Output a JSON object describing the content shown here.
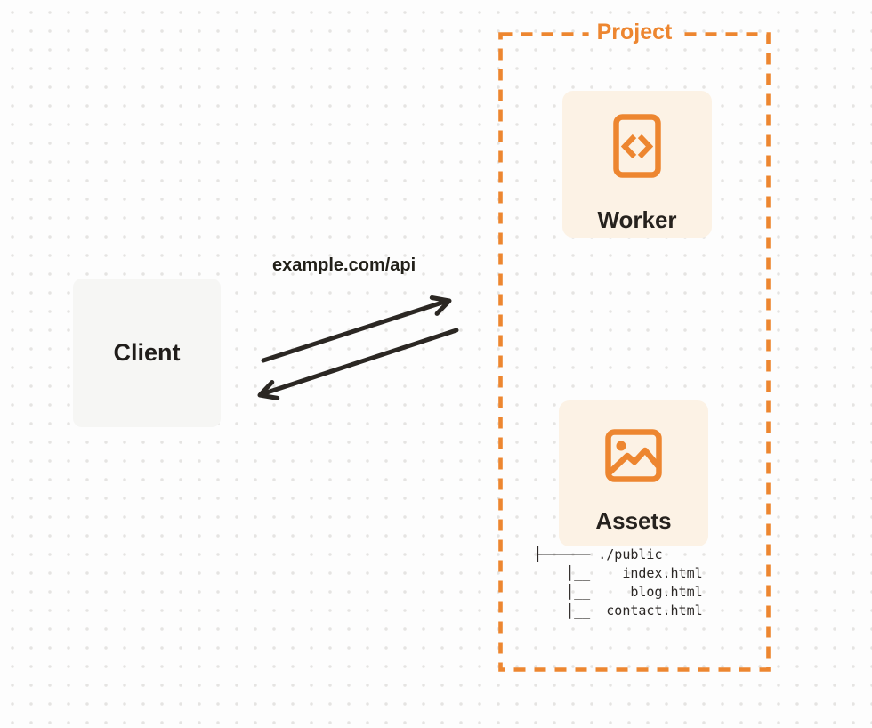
{
  "title": "Worker with static assets architecture diagram",
  "colors": {
    "accent_orange": "#ED8630",
    "card_cream": "#FCF2E5",
    "client_gray": "#F6F6F4",
    "ink": "#26221E",
    "arrow": "#2B2723",
    "page_background": "#FDFDFD",
    "grid_dot": "#E5E4E2"
  },
  "client": {
    "label": "Client"
  },
  "request": {
    "label": "example.com/api"
  },
  "arrows": [
    {
      "name": "request-arrow",
      "from": "Client",
      "to": "Project"
    },
    {
      "name": "response-arrow",
      "from": "Project",
      "to": "Client"
    }
  ],
  "project": {
    "label": "Project",
    "nodes": [
      {
        "label": "Worker",
        "icon": "code-file-icon"
      },
      {
        "label": "Assets",
        "icon": "image-icon"
      }
    ],
    "file_tree": "├────── ./public\n    │__    index.html\n    │__     blog.html\n    │__  contact.html"
  }
}
